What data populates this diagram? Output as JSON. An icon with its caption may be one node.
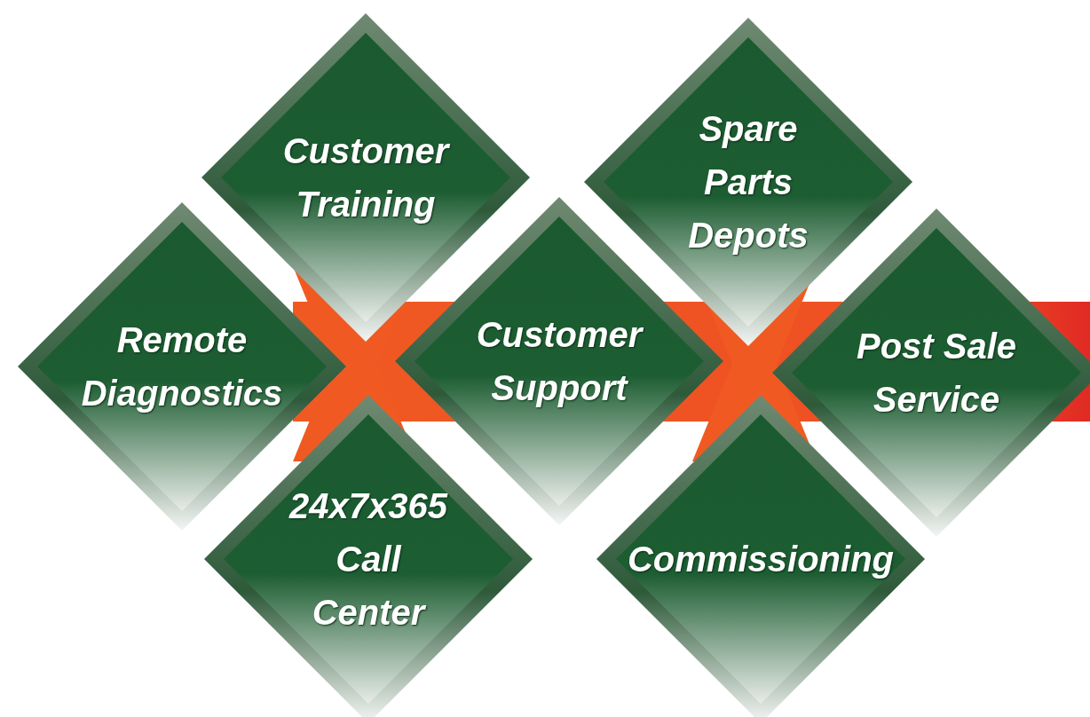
{
  "diagram": {
    "nodes": [
      {
        "text": [
          "Customer Training"
        ]
      },
      {
        "text": [
          "Spare Parts Depots"
        ]
      },
      {
        "text": [
          "Remote Diagnostics"
        ]
      },
      {
        "text": [
          "Customer Support"
        ]
      },
      {
        "text": [
          "Post Sale Service"
        ]
      },
      {
        "text": [
          "24x7x365 Call Center"
        ]
      },
      {
        "text": [
          "Commissioning"
        ]
      }
    ]
  }
}
